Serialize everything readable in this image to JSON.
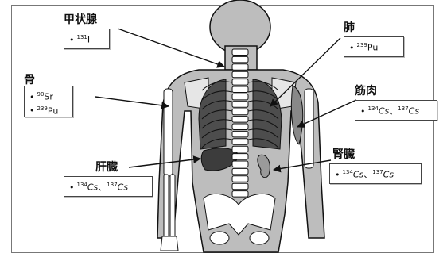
{
  "labels": {
    "thyroid": "甲状腺",
    "bone": "骨",
    "lung": "肺",
    "muscle": "筋肉",
    "liver": "肝臓",
    "kidney": "腎臓"
  },
  "nuclides": {
    "thyroid": [
      {
        "mass": "131",
        "el": "I"
      }
    ],
    "bone": [
      {
        "mass": "90",
        "el": "Sr"
      },
      {
        "mass": "239",
        "el": "Pu"
      }
    ],
    "lung": [
      {
        "mass": "239",
        "el": "Pu"
      }
    ],
    "muscle": [
      {
        "mass": "134",
        "el": "Cs"
      },
      {
        "mass": "137",
        "el": "Cs"
      }
    ],
    "liver": [
      {
        "mass": "134",
        "el": "Cs"
      },
      {
        "mass": "137",
        "el": "Cs"
      }
    ],
    "kidney": [
      {
        "mass": "134",
        "el": "Cs"
      },
      {
        "mass": "137",
        "el": "Cs"
      }
    ]
  },
  "separator": "、",
  "bullet": "•",
  "colors": {
    "body_fill": "#bdbdbd",
    "lung_fill": "#4d4d4d",
    "liver_fill": "#3c3c3c",
    "bone_fill": "#ffffff",
    "outline": "#111111"
  }
}
